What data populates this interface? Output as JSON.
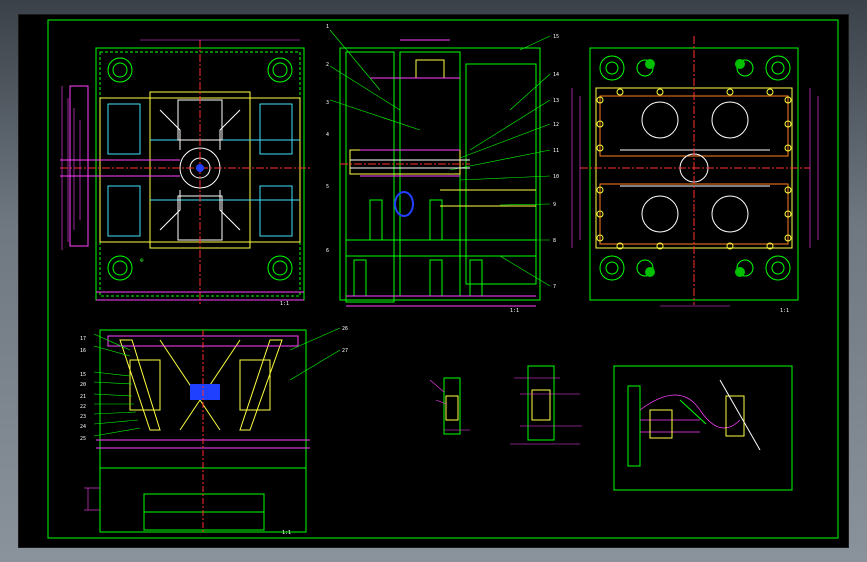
{
  "colors": {
    "background": "#000000",
    "border": "#00ff00",
    "dimension": "#ff40ff",
    "geometry": "#ffff40",
    "center": "#ff3030",
    "cyan": "#40e0ff",
    "white": "#ffffff",
    "blue": "#2040ff"
  },
  "views": {
    "top_left": {
      "scale_note": "1:1"
    },
    "top_middle": {
      "scale_note": "1:1"
    },
    "top_right": {
      "scale_note": "1:1"
    },
    "bottom_left": {
      "scale_note": "1:1"
    },
    "detail_box": {}
  },
  "balloon_labels": [
    "1",
    "2",
    "3",
    "4",
    "5",
    "6",
    "7",
    "8",
    "9",
    "10",
    "11",
    "12",
    "13",
    "14",
    "15"
  ],
  "bottom_left_labels": [
    "17",
    "16",
    "15",
    "20",
    "21",
    "22",
    "23",
    "24",
    "25",
    "26",
    "27"
  ]
}
